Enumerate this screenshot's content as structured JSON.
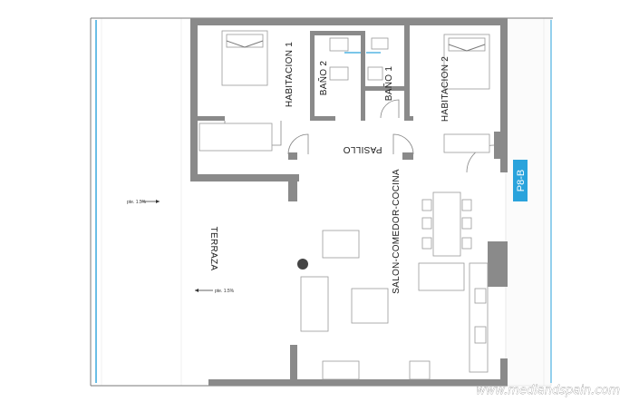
{
  "rooms": {
    "habitacion1": "HABITACION 1",
    "bano2": "BAÑO 2",
    "bano1": "BAÑO 1",
    "habitacion2": "HABITACION 2",
    "pasillo": "PASILLO",
    "salon": "SALON-COMEDOR-COCINA",
    "terraza": "TERRAZA"
  },
  "slope_labels": {
    "upper": "pte. 1.5%",
    "lower": "pte. 1.5%"
  },
  "unit_tag": {
    "text": "P8-B",
    "color": "#2aa3dc"
  },
  "watermark": "www.medlandspain.com",
  "colors": {
    "wall": "#8a8a8a",
    "glass": "#2aa3dc"
  }
}
